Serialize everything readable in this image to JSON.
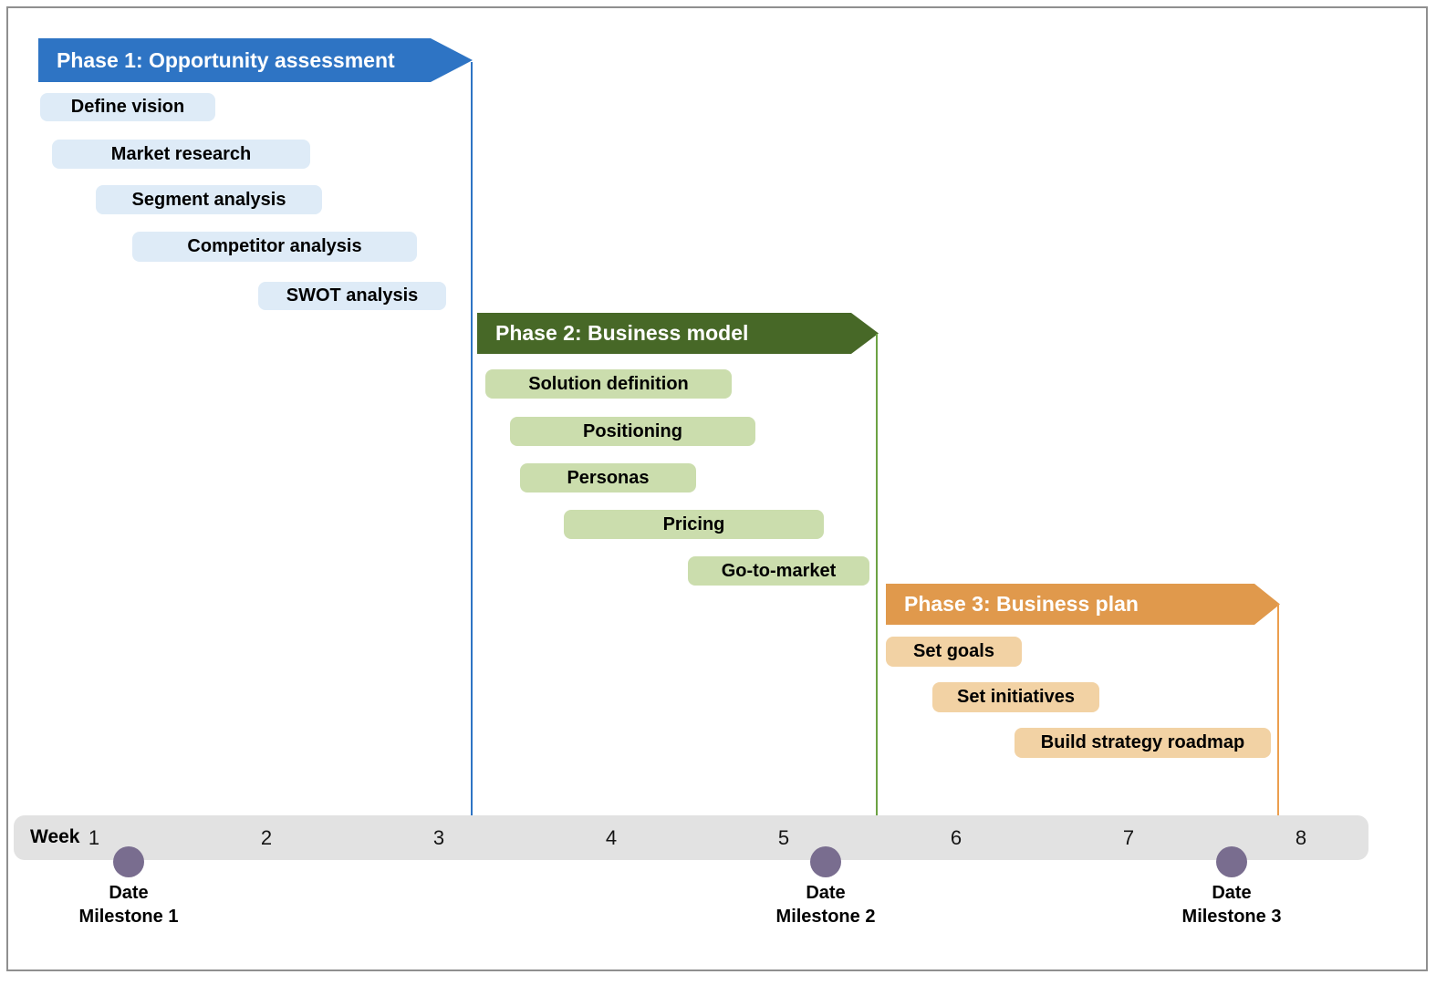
{
  "colors": {
    "phase1_banner": "#2E74C4",
    "phase1_task": "#DEEBF7",
    "phase2_banner": "#476827",
    "phase2_task": "#CBDDAD",
    "phase2_line": "#6CA243",
    "phase3_banner": "#E0994C",
    "phase3_task": "#F2D2A4",
    "phase3_line": "#EC9F4E",
    "timeline_bar": "#E2E2E2",
    "milestone_dot": "#796D8F"
  },
  "phases": [
    {
      "title": "Phase 1: Opportunity assessment",
      "tasks": [
        {
          "label": "Define vision"
        },
        {
          "label": "Market research"
        },
        {
          "label": "Segment analysis"
        },
        {
          "label": "Competitor analysis"
        },
        {
          "label": "SWOT analysis"
        }
      ]
    },
    {
      "title": "Phase 2: Business model",
      "tasks": [
        {
          "label": "Solution definition"
        },
        {
          "label": "Positioning"
        },
        {
          "label": "Personas"
        },
        {
          "label": "Pricing"
        },
        {
          "label": "Go-to-market"
        }
      ]
    },
    {
      "title": "Phase 3: Business plan",
      "tasks": [
        {
          "label": "Set goals"
        },
        {
          "label": "Set initiatives"
        },
        {
          "label": "Build strategy roadmap"
        }
      ]
    }
  ],
  "timeline": {
    "label": "Week",
    "weeks": [
      "1",
      "2",
      "3",
      "4",
      "5",
      "6",
      "7",
      "8"
    ]
  },
  "milestones": [
    {
      "line1": "Date",
      "line2": "Milestone 1"
    },
    {
      "line1": "Date",
      "line2": "Milestone 2"
    },
    {
      "line1": "Date",
      "line2": "Milestone 3"
    }
  ]
}
